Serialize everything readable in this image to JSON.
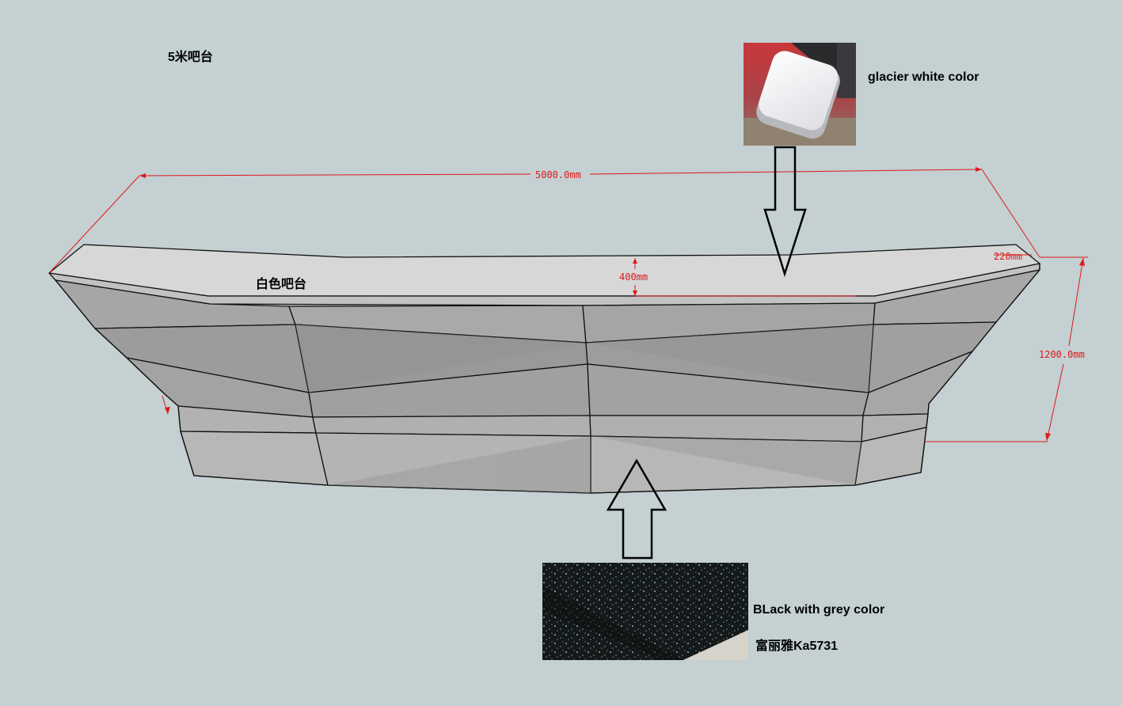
{
  "title": "5米吧台",
  "labels": {
    "top_surface": "白色吧台",
    "white_material": "glacier white color",
    "black_material": "BLack with grey color",
    "black_material_code": "富丽雅Ka5731"
  },
  "dimensions": {
    "length": "5000.0mm",
    "height": "1200.0mm",
    "top_thickness": "400mm",
    "depth": "220mm"
  },
  "colors": {
    "background": "#c4d0d2",
    "dimension_line": "#e0181a",
    "counter_top": "#d6d6d6",
    "counter_body": "#a9a9a9"
  }
}
